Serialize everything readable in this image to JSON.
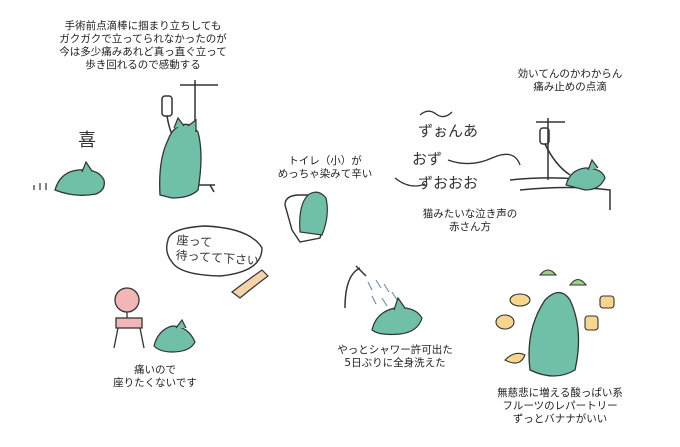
{
  "captions": {
    "iv_walk": "手術前点滴棒に掴まり立ちしても\nガクガクで立ってられなかったのが\n今は多少痛みあれど真っ直ぐ立って\n歩き回れるので感動する",
    "painkiller": "効いてんのかわからん\n痛み止めの点滴",
    "toilet": "トイレ（小）が\nめっちゃ染みて辛い",
    "baby_cry": "猫みたいな泣き声の\n赤さん方",
    "sit": "痛いので\n座りたくないです",
    "shower": "やっとシャワー許可出た\n5日ぶりに全身洗えた",
    "fruit": "無慈悲に増える酸っぱい系\nフルーツのレパートリー\nずっとバナナがいい"
  },
  "handwriting": {
    "joy": "喜",
    "bubble": "座って\n待ってて下さい",
    "cry1": "ずぉんあ",
    "cry2": "おず",
    "cry3": "ずおおお"
  },
  "colors": {
    "character": "#6fbfa9",
    "line": "#333333",
    "chair": "#f2b6b6",
    "melon": "#9ad08c",
    "fruit": "#f5d68c",
    "hand": "#f6d2a8"
  }
}
